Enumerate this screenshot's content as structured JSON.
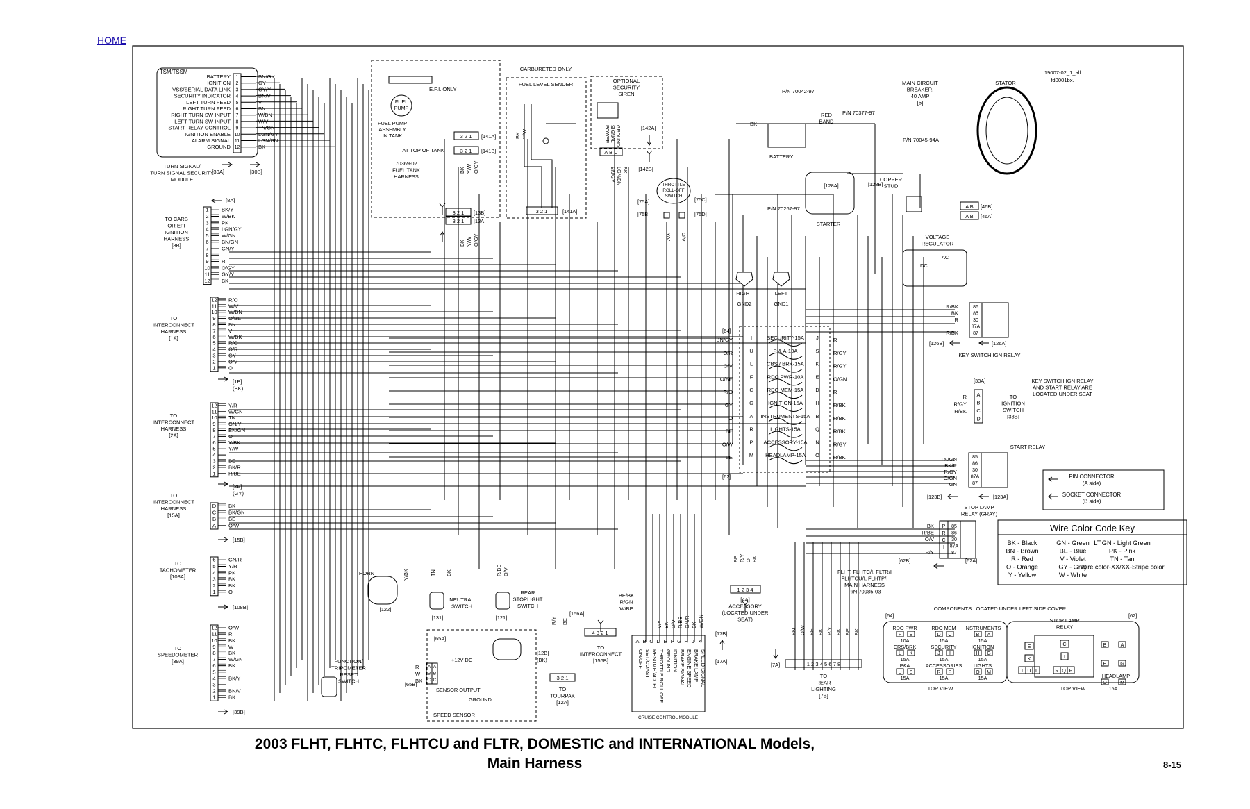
{
  "home_link": "HOME",
  "doc_id": [
    "19007-02_1_all",
    "fd0001bx."
  ],
  "title_line1": "2003 FLHT, FLHTC, FLHTCU and FLTR, DOMESTIC and INTERNATIONAL Models,",
  "title_line2": "Main Harness",
  "page_number": "8-15",
  "tsm": {
    "header": "TSM/TSSM",
    "pins": [
      {
        "n": "1",
        "label": "BATTERY",
        "wire": "BN/GY"
      },
      {
        "n": "2",
        "label": "IGNITION",
        "wire": "GY"
      },
      {
        "n": "3",
        "label": "VSS/SERIAL DATA LINK",
        "wire": "GY/Y"
      },
      {
        "n": "4",
        "label": "SECURITY INDICATOR",
        "wire": "BN/V"
      },
      {
        "n": "5",
        "label": "LEFT TURN FEED",
        "wire": "V"
      },
      {
        "n": "6",
        "label": "RIGHT TURN FEED",
        "wire": "BN"
      },
      {
        "n": "7",
        "label": "RIGHT TURN SW INPUT",
        "wire": "W/BN"
      },
      {
        "n": "8",
        "label": "LEFT TURN SW INPUT",
        "wire": "W/V"
      },
      {
        "n": "9",
        "label": "START RELAY CONTROL",
        "wire": "TN/GN"
      },
      {
        "n": "10",
        "label": "IGNITION ENABLE",
        "wire": "LGN/GY"
      },
      {
        "n": "11",
        "label": "ALARM SIGNAL",
        "wire": "LGN/BN"
      },
      {
        "n": "12",
        "label": "GROUND",
        "wire": "BK"
      }
    ],
    "caption": [
      "TURN SIGNAL/",
      "TURN SIGNAL SECURITY",
      "MODULE"
    ],
    "refs": [
      "[30A]",
      "[30B]"
    ]
  },
  "carb": {
    "ref_top": "[8A]",
    "label": [
      "TO CARB",
      "OR EFI",
      "IGNITION",
      "HARNESS",
      "[8B]"
    ],
    "pins": [
      {
        "n": "1",
        "wire": "BK/Y"
      },
      {
        "n": "2",
        "wire": "W/BK"
      },
      {
        "n": "3",
        "wire": "PK"
      },
      {
        "n": "4",
        "wire": "LGN/GY"
      },
      {
        "n": "5",
        "wire": "W/GN"
      },
      {
        "n": "6",
        "wire": "BN/GN"
      },
      {
        "n": "7",
        "wire": "GN/Y"
      },
      {
        "n": "8",
        "wire": ""
      },
      {
        "n": "9",
        "wire": "R"
      },
      {
        "n": "10",
        "wire": "O/GY"
      },
      {
        "n": "11",
        "wire": "GY/Y"
      },
      {
        "n": "12",
        "wire": "BK"
      }
    ]
  },
  "ic1": {
    "label": [
      "TO",
      "INTERCONNECT",
      "HARNESS",
      "[1A]"
    ],
    "pins": [
      {
        "n": "12",
        "wire": "R/O"
      },
      {
        "n": "11",
        "wire": "W/V"
      },
      {
        "n": "10",
        "wire": "W/BN"
      },
      {
        "n": "9",
        "wire": "O/BE"
      },
      {
        "n": "8",
        "wire": "BN"
      },
      {
        "n": "7",
        "wire": "V"
      },
      {
        "n": "6",
        "wire": "W/BK"
      },
      {
        "n": "5",
        "wire": "R/O"
      },
      {
        "n": "4",
        "wire": "O/R"
      },
      {
        "n": "3",
        "wire": "GY"
      },
      {
        "n": "2",
        "wire": "O/V"
      },
      {
        "n": "1",
        "wire": "O"
      }
    ],
    "refs": [
      "[1B]",
      "(BK)"
    ]
  },
  "ic2": {
    "label": [
      "TO",
      "INTERCONNECT",
      "HARNESS",
      "[2A]"
    ],
    "pins": [
      {
        "n": "12",
        "wire": "Y/R"
      },
      {
        "n": "11",
        "wire": "W/GN"
      },
      {
        "n": "10",
        "wire": "TN"
      },
      {
        "n": "9",
        "wire": "GN/Y"
      },
      {
        "n": "8",
        "wire": "BN/GN"
      },
      {
        "n": "7",
        "wire": "O"
      },
      {
        "n": "6",
        "wire": "Y/BK"
      },
      {
        "n": "5",
        "wire": "Y/W"
      },
      {
        "n": "4",
        "wire": ""
      },
      {
        "n": "3",
        "wire": "BE"
      },
      {
        "n": "2",
        "wire": "BK/R"
      },
      {
        "n": "1",
        "wire": "R/BE"
      }
    ],
    "refs": [
      "[2B]",
      "(GY)"
    ]
  },
  "ic15": {
    "label": [
      "TO",
      "INTERCONNECT",
      "HARNESS",
      "[15A]"
    ],
    "pins": [
      {
        "n": "D",
        "wire": "BK"
      },
      {
        "n": "C",
        "wire": "BK/GN"
      },
      {
        "n": "B",
        "wire": "BE"
      },
      {
        "n": "A",
        "wire": "O/W"
      }
    ],
    "ref": "[15B]"
  },
  "tach": {
    "label": [
      "TO",
      "TACHOMETER",
      "[108A]"
    ],
    "pins": [
      {
        "n": "6",
        "wire": "GN/R"
      },
      {
        "n": "5",
        "wire": "Y/R"
      },
      {
        "n": "4",
        "wire": "PK"
      },
      {
        "n": "3",
        "wire": "BK"
      },
      {
        "n": "2",
        "wire": "BK"
      },
      {
        "n": "1",
        "wire": "O"
      }
    ],
    "ref": "[108B]"
  },
  "speedo": {
    "label": [
      "TO",
      "SPEEDOMETER",
      "[39A]"
    ],
    "pins": [
      {
        "n": "12",
        "wire": "O/W"
      },
      {
        "n": "11",
        "wire": "R"
      },
      {
        "n": "10",
        "wire": "BK"
      },
      {
        "n": "9",
        "wire": "W"
      },
      {
        "n": "8",
        "wire": "BK"
      },
      {
        "n": "7",
        "wire": "W/GN"
      },
      {
        "n": "6",
        "wire": "BK"
      },
      {
        "n": "5",
        "wire": ""
      },
      {
        "n": "4",
        "wire": "BK/Y"
      },
      {
        "n": "3",
        "wire": ""
      },
      {
        "n": "2",
        "wire": "BN/V"
      },
      {
        "n": "1",
        "wire": "BK"
      }
    ],
    "ref": "[39B]"
  },
  "function_switch": [
    "FUNCTION/",
    "TRIPOMETER",
    "RESET",
    "SWITCH"
  ],
  "fuel": {
    "efi_only": "E.F.I. ONLY",
    "pump": [
      "FUEL",
      "PUMP"
    ],
    "assembly": [
      "FUEL PUMP",
      "ASSEMBLY",
      "IN TANK"
    ],
    "at_top": "AT TOP OF TANK",
    "harness": [
      "70369-02",
      "FUEL TANK",
      "HARNESS"
    ],
    "refs": [
      "[141A]",
      "[141B]",
      "[13B]",
      "[13A]"
    ],
    "pins": "3 2 1",
    "wires_top": [
      "BK",
      "Y/W",
      "O/GY"
    ],
    "wires_bottom": [
      "BK",
      "Y/W",
      "O/GY"
    ]
  },
  "fuel_sender": {
    "carbureted": "CARBURETED ONLY",
    "label": "FUEL LEVEL SENDER",
    "wires": [
      "BK",
      "Y/W"
    ],
    "ref": "[141A]"
  },
  "siren": {
    "label": [
      "OPTIONAL",
      "SECURITY",
      "SIREN"
    ],
    "pins_label": [
      "POWER",
      "SIGNAL",
      "GROUND"
    ],
    "abc": "A B C",
    "refs": [
      "[142A]",
      "[142B]"
    ],
    "wires": [
      "BN/GY",
      "LGN/BN",
      "BK"
    ]
  },
  "throttle": {
    "label": [
      "THROTTLE",
      "ROLL-OFF",
      "SWITCH"
    ],
    "refs": [
      "[75A]",
      "[75B]",
      "[75C]",
      "[75D]"
    ],
    "wires": [
      "Y/V",
      "O/V"
    ]
  },
  "battery": {
    "label": "BATTERY",
    "pn": [
      "P/N 70042-97",
      "P/N 70377-97",
      "P/N 70045-94A",
      "P/N 70267-97"
    ],
    "red_band": [
      "RED",
      "BAND"
    ],
    "bk": "BK"
  },
  "starter": {
    "label": "STARTER",
    "refs": [
      "[128A]",
      "[128B]"
    ],
    "copper_stud": [
      "COPPER",
      "STUD"
    ]
  },
  "breaker": [
    "MAIN CIRCUIT",
    "BREAKER,",
    "40 AMP",
    "[5]"
  ],
  "stator": "STATOR",
  "regulator": {
    "label": [
      "VOLTAGE",
      "REGULATOR"
    ],
    "refs": [
      "[46B]",
      "[46A]"
    ],
    "ac": "AC",
    "dc": "DC"
  },
  "grounds": [
    {
      "label": "RIGHT",
      "sub": "GND2"
    },
    {
      "label": "LEFT",
      "sub": "GND1"
    }
  ],
  "fusebox": {
    "ref_top": "[64]",
    "ref_bottom": "[62]",
    "fuses": [
      {
        "name": "SECURITY-15A",
        "l": "I",
        "r": "J",
        "lw": "BN/GY",
        "rw": "R"
      },
      {
        "name": "P & A-10A",
        "l": "U",
        "r": "S",
        "lw": "O/R",
        "rw": "R/GY"
      },
      {
        "name": "CBS / BRK-15A",
        "l": "L",
        "r": "K",
        "lw": "O/V",
        "rw": "R/GY"
      },
      {
        "name": "RDO PWR-10A",
        "l": "F",
        "r": "E",
        "lw": "O/BE",
        "rw": "O/GN"
      },
      {
        "name": "RDO MEM-15A",
        "l": "C",
        "r": "D",
        "lw": "R/O",
        "rw": "R"
      },
      {
        "name": "IGNITION-15A",
        "l": "G",
        "r": "H",
        "lw": "GY",
        "rw": "R/BK"
      },
      {
        "name": "INSTRUMENTS-15A",
        "l": "A",
        "r": "B",
        "lw": "O",
        "rw": "R/BK"
      },
      {
        "name": "LIGHTS-15A",
        "l": "R",
        "r": "Q",
        "lw": "BE",
        "rw": "R/BK"
      },
      {
        "name": "ACCESSORY-15A",
        "l": "P",
        "r": "N",
        "lw": "O/W",
        "rw": "R/GY"
      },
      {
        "name": "HEADLAMP-15A",
        "l": "M",
        "r": "O",
        "lw": "BE",
        "rw": "R/BK"
      }
    ]
  },
  "ign_relay": {
    "label": "KEY SWITCH IGN RELAY",
    "pins": [
      "86",
      "85",
      "30",
      "87A",
      "87"
    ],
    "wires": [
      "R/BK",
      "BK",
      "R",
      "",
      "R/BK"
    ],
    "refs": [
      "[126B]",
      "[126A]"
    ]
  },
  "relay_note": [
    "KEY SWITCH IGN RELAY",
    "AND START RELAY ARE",
    "LOCATED UNDER SEAT"
  ],
  "ign_switch": {
    "ref": "[33A]",
    "pins": [
      "A",
      "B",
      "C",
      "D"
    ],
    "wires": [
      "R",
      "R/GY",
      "R/BK",
      ""
    ],
    "label": [
      "TO",
      "IGNITION",
      "SWITCH",
      "[33B]"
    ]
  },
  "start_relay": {
    "label": "START RELAY",
    "pins": [
      "85",
      "86",
      "30",
      "87A",
      "87"
    ],
    "wires": [
      "TN/GN",
      "BK/R",
      "R/GY",
      "O/GN",
      "GN"
    ],
    "refs": [
      "[123B]",
      "[123A]"
    ]
  },
  "stop_relay": {
    "label": [
      "STOP LAMP",
      "RELAY (GRAY)"
    ],
    "letters": [
      "P",
      "R",
      "C",
      "I"
    ],
    "pins": [
      "85",
      "86",
      "30",
      "87A",
      "87"
    ],
    "wires": [
      "BK",
      "R/BE",
      "O/V",
      "",
      "R/Y"
    ],
    "refs": [
      "[62B]",
      "[62A]"
    ]
  },
  "legend": {
    "pin": [
      "PIN CONNECTOR",
      "(A side)"
    ],
    "socket": [
      "SOCKET CONNECTOR",
      "(B side)"
    ]
  },
  "wire_key": {
    "title": "Wire Color Code Key",
    "col1": [
      "BK - Black",
      "BN - Brown",
      "R - Red",
      "O - Orange",
      "Y - Yellow"
    ],
    "col2": [
      "GN - Green",
      "BE - Blue",
      "V - Violet",
      "GY - Gray",
      "W - White"
    ],
    "col3": [
      "LT.GN - Light Green",
      "PK - Pink",
      "TN - Tan",
      "Wire color-XX/XX-Stripe color"
    ]
  },
  "main_harness": [
    "FLHT, FLHTC/I, FLTR/I",
    "FLHTCU/I, FLHTP/I",
    "MAIN HARNESS",
    "P/N 70985-03"
  ],
  "accessory": {
    "pins": "1 2 3 4",
    "wires": [
      "BE",
      "R/Y",
      "O",
      "BK"
    ],
    "label": [
      "[4A]",
      "ACCESSORY",
      "(LOCATED UNDER",
      "SEAT)"
    ]
  },
  "horn": "HORN",
  "horn_ref": "[122]",
  "horn_wire": "Y/BK",
  "neutral": {
    "label": [
      "NEUTRAL",
      "SWITCH"
    ],
    "ref": "[131]",
    "wires": [
      "TN",
      "BK"
    ]
  },
  "stoplight": {
    "label": [
      "REAR",
      "STOPLIGHT",
      "SWITCH"
    ],
    "ref": "[121]",
    "wires": [
      "R/BE",
      "O/V"
    ]
  },
  "speed_sensor": {
    "label": "SPEED SENSOR",
    "ref_top": "[65A]",
    "ref": "[65B]",
    "signals": [
      "+12V DC",
      "SENSOR OUTPUT",
      "GROUND"
    ],
    "pins": [
      "A",
      "B",
      "C"
    ],
    "wires": [
      "R",
      "W",
      "BK"
    ]
  },
  "ic156": {
    "pins": "4 3 2 1",
    "ref": "[156A]",
    "wires": [
      "BE/BK",
      "R/GN",
      "W/BE"
    ],
    "label": [
      "TO",
      "INTERCONNECT",
      "[156B]"
    ]
  },
  "cruise": {
    "letters": [
      "A",
      "B",
      "C",
      "D",
      "E",
      "F",
      "G",
      "H",
      "J",
      "K"
    ],
    "signals": [
      "ON/OFF",
      "SET/COAST",
      "RESUME/ACCEL",
      "THROTTLE ROLL OFF",
      "GROUND",
      "IGNITION",
      "BRAKE SIGNAL",
      "ENGINE SPEED",
      "BRAKE LAMP",
      "SPEED SIGNAL"
    ],
    "wires": [
      "V/Y",
      "BK",
      "O/V",
      "R/BE",
      "GN/R",
      "BK",
      "W/GN"
    ],
    "label": "CRUISE CONTROL MODULE"
  },
  "tourpak": {
    "pins": "3 2 1",
    "refs": [
      "[12B]",
      "(BK)"
    ],
    "wires": [
      "R/Y",
      "BE"
    ],
    "label": [
      "TO",
      "TOURPAK",
      "[12A]"
    ]
  },
  "rear_lighting": {
    "pins": "1 2 3 4 5 6 7 8",
    "ref": "[7A]",
    "refs_v": [
      "[17B]",
      "[17A]"
    ],
    "wires": [
      "BN",
      "O/W",
      "BE",
      "BK",
      "R/Y",
      "BK",
      "BE",
      "BK"
    ],
    "label": [
      "TO",
      "REAR",
      "LIGHTING",
      "[7B]"
    ]
  },
  "under_cover": {
    "title": "COMPONENTS LOCATED UNDER LEFT SIDE COVER",
    "ref_l": "[64]",
    "ref_r": "[62]",
    "left_fuses": [
      {
        "name": "RDO PWR",
        "letters": [
          "F",
          "E"
        ],
        "amp": "10A"
      },
      {
        "name": "RDO MEM",
        "letters": [
          "D",
          "C"
        ],
        "amp": "15A"
      },
      {
        "name": "INSTRUMENTS",
        "letters": [
          "B",
          "A"
        ],
        "amp": "15A"
      },
      {
        "name": "CRS/BRK",
        "letters": [
          "L",
          "K"
        ],
        "amp": "15A"
      },
      {
        "name": "SECURITY",
        "letters": [
          "J",
          "I"
        ],
        "amp": "15A"
      },
      {
        "name": "IGNITION",
        "letters": [
          "H",
          "G"
        ],
        "amp": "15A"
      },
      {
        "name": "P&A",
        "letters": [
          "U",
          "S"
        ],
        "amp": "15A"
      },
      {
        "name": "ACCESSORIES",
        "letters": [
          "R",
          "P"
        ],
        "amp": "15A"
      },
      {
        "name": "LIGHTS",
        "letters": [
          "O",
          "M"
        ],
        "amp": "15A"
      }
    ],
    "stop_relay": [
      "STOP LAMP",
      "RELAY"
    ],
    "relay_letters": [
      "E",
      "C",
      "K",
      "I",
      "U",
      "T",
      "S",
      "R",
      "Q",
      "P"
    ],
    "right_fuses": [
      {
        "letters": [
          "B",
          "A"
        ]
      },
      {
        "letters": [
          "H",
          "G"
        ]
      },
      {
        "name": "HEADLAMP",
        "letters": [
          "O",
          "M"
        ],
        "amp": "15A"
      }
    ],
    "top_view": "TOP VIEW"
  }
}
